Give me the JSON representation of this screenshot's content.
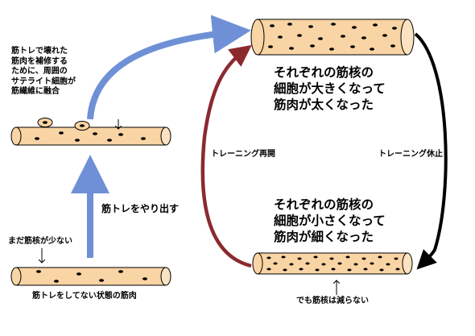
{
  "labels": {
    "fusion_note_line1": "筋トレで壊れた",
    "fusion_note_line2": "筋肉を補修する",
    "fusion_note_line3": "ために、周囲の",
    "fusion_note_line4": "サテライト細胞が",
    "fusion_note_line5": "筋繊維に融合",
    "start_training": "筋トレをやり出す",
    "few_nuclei": "まだ筋核が少ない",
    "untrained_muscle": "筋トレをしてない状態の筋肉",
    "large_line1": "それぞれの筋核の",
    "large_line2": "細胞が大きくなって",
    "large_line3": "筋肉が太くなった",
    "small_line1": "それぞれの筋核の",
    "small_line2": "細胞が小さくなって",
    "small_line3": "筋肉が細くなった",
    "restart_training": "トレーニング再開",
    "stop_training": "トレーニング休止",
    "nuclei_not_reduced": "でも筋核は減らない"
  },
  "colors": {
    "fiber_fill": "#f9d4a4",
    "fiber_end": "#fbe2c0",
    "outline": "#000000",
    "blue_arrow": "#6f90d6",
    "red_arrow": "#8b2a2e",
    "black_arrow": "#000000"
  }
}
